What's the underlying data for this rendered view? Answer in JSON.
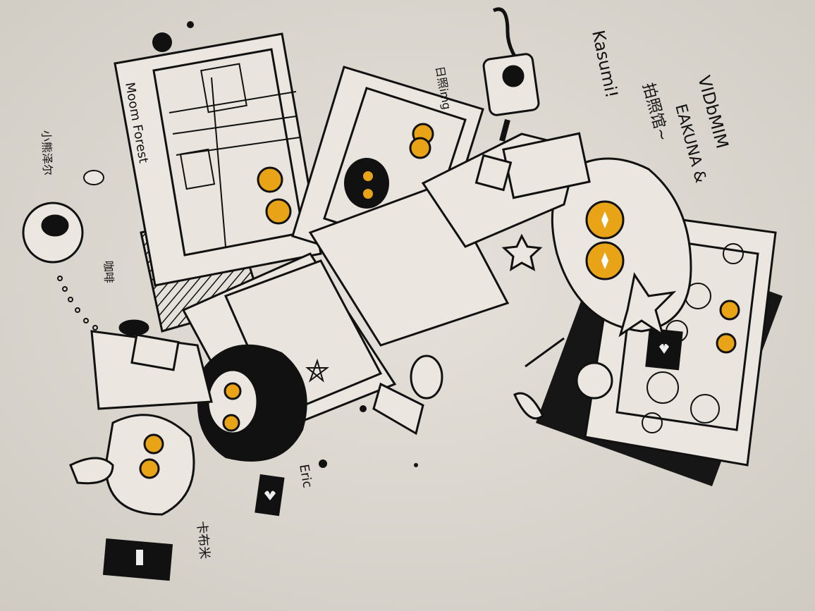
{
  "artwork": {
    "colors": {
      "paper": "#dcd8d1",
      "ink": "#111111",
      "eye": "#e8a317"
    },
    "labels": {
      "kasumi": "Kasumi!",
      "photo_studio": "拍照馆~",
      "title_line1": "VIDbMIM",
      "title_line2": "EAKUNA &",
      "moom_forest": "Moom Forest",
      "eric": "Eric",
      "kabumi": "卡布米",
      "little_bear": "小熊泽尔",
      "coffee": "咖啡",
      "sunlight": "日照img"
    }
  }
}
